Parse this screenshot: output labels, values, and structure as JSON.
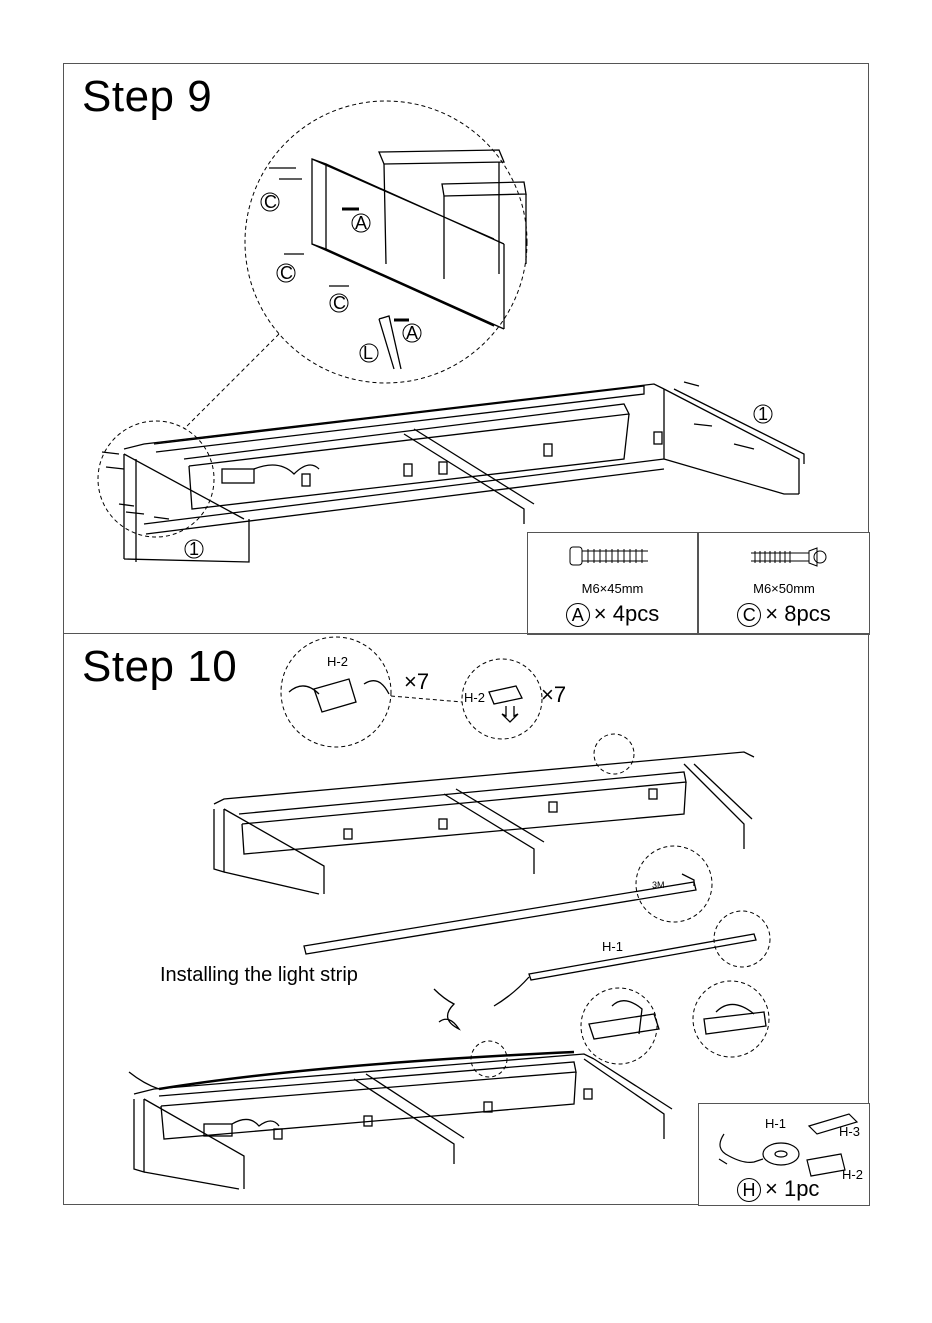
{
  "steps": [
    {
      "title": "Step 9",
      "callouts": [
        "C",
        "A",
        "C",
        "C",
        "A",
        "L",
        "1",
        "1"
      ],
      "parts": [
        {
          "spec": "M6×45mm",
          "letter": "A",
          "qty": "× 4pcs"
        },
        {
          "spec": "M6×50mm",
          "letter": "C",
          "qty": "× 8pcs"
        }
      ]
    },
    {
      "title": "Step 10",
      "h2_label": "H-2",
      "times7": "×7",
      "strip_marking": "3M",
      "h1_label": "H-1",
      "caption": "Installing the light strip",
      "kit": {
        "h1": "H-1",
        "h2": "H-2",
        "h3": "H-3",
        "letter": "H",
        "qty": "× 1pc"
      }
    }
  ]
}
